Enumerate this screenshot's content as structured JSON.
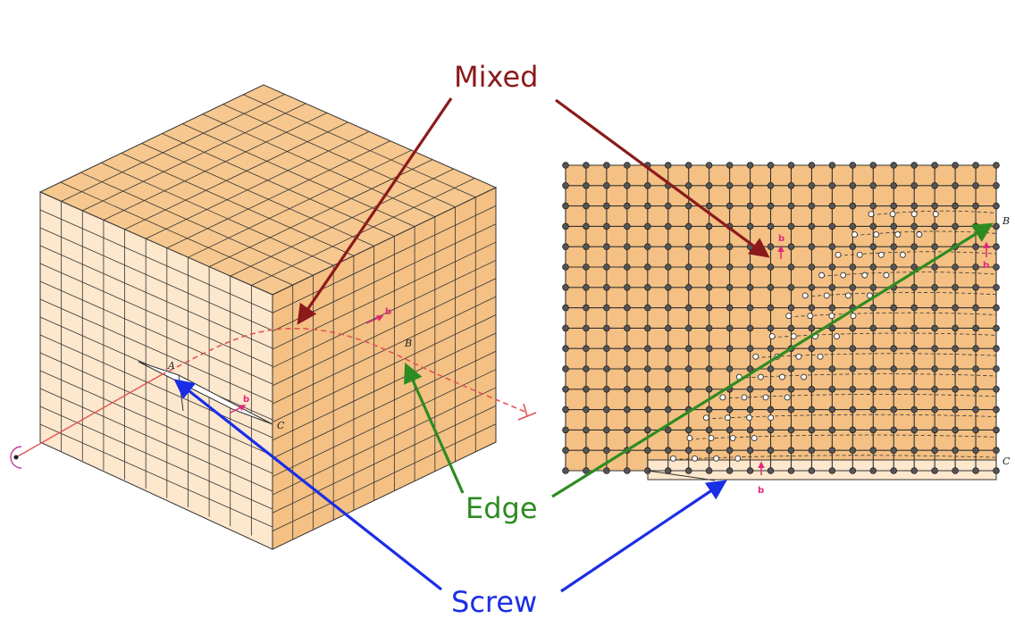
{
  "callouts": {
    "mixed": "Mixed",
    "edge": "Edge",
    "screw": "Screw"
  },
  "point_labels": {
    "a": "A",
    "b": "B",
    "c": "C",
    "burgers": "b"
  },
  "colors": {
    "crystal_face": "#f4c083",
    "crystal_face_top": "#f6c78e",
    "crystal_face_slipped": "#fde7cd",
    "grid_line": "#333333",
    "dislocation_line": "#e05555",
    "burgers_vector": "#e0287a",
    "mixed": "#8b1a1a",
    "edge": "#2e8b22",
    "screw": "#1a2ee6"
  }
}
